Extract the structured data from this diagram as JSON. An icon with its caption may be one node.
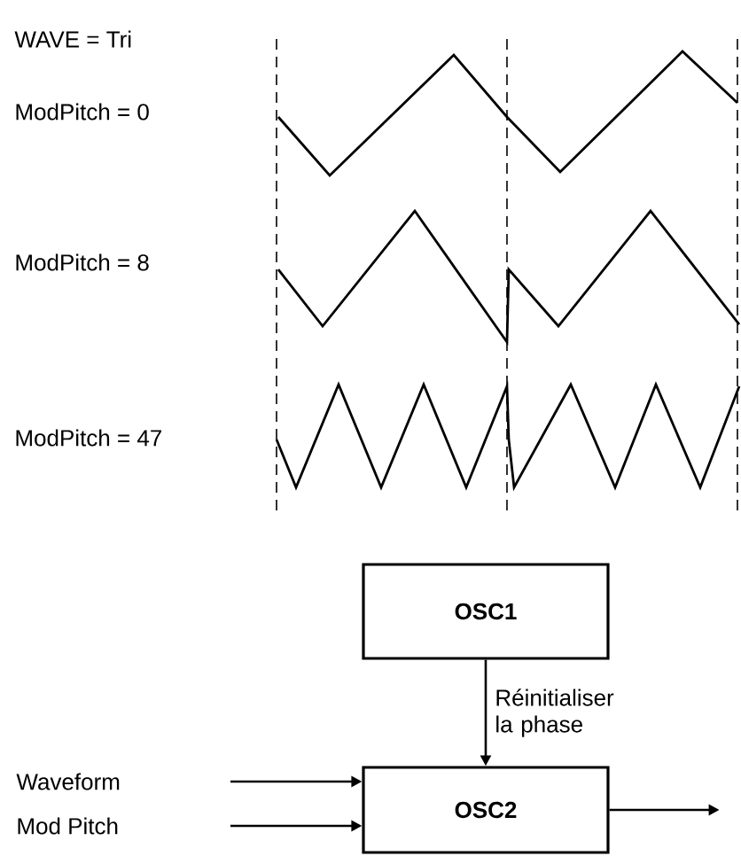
{
  "diagram": {
    "nodes": [
      {
        "text": [
          "OSC1"
        ]
      },
      {
        "text": [
          "OSC2"
        ]
      },
      {
        "text": [
          "Waveform"
        ]
      },
      {
        "text": [
          "Mod Pitch"
        ]
      }
    ],
    "edges": [
      {
        "from": 0,
        "to": 1,
        "arrow": "to",
        "label": "Réinitialiser la phase"
      },
      {
        "from": 2,
        "to": 1,
        "arrow": "to"
      },
      {
        "from": 3,
        "to": 1,
        "arrow": "to"
      },
      {
        "from": 1,
        "to": null,
        "arrow": "to"
      }
    ],
    "labels": [
      "WAVE = Tri",
      "ModPitch = 0",
      "ModPitch = 8",
      "ModPitch = 47"
    ]
  }
}
